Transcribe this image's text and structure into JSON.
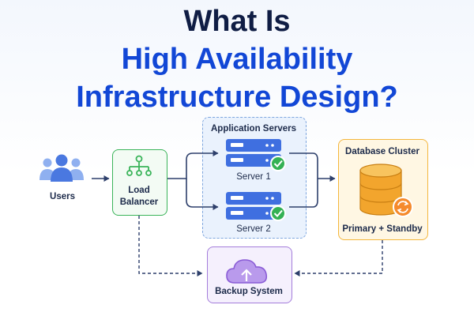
{
  "title": {
    "line1": "What Is",
    "line2": "High Availability",
    "line3": "Infrastructure Design?"
  },
  "nodes": {
    "users": {
      "label": "Users",
      "icon": "users-group-icon"
    },
    "load_balancer": {
      "line1": "Load",
      "line2": "Balancer",
      "icon": "network-tree-icon"
    },
    "app_servers": {
      "title": "Application Servers",
      "server1": {
        "label": "Server 1",
        "icon": "server-icon",
        "status_icon": "check-circle-icon"
      },
      "server2": {
        "label": "Server 2",
        "icon": "server-icon",
        "status_icon": "check-circle-icon"
      }
    },
    "database": {
      "title": "Database Cluster",
      "label": "Primary + Standby",
      "icon": "database-icon",
      "sync_icon": "sync-icon"
    },
    "backup": {
      "label": "Backup System",
      "icon": "cloud-upload-icon"
    }
  },
  "colors": {
    "title_dark": "#0f1d44",
    "title_blue": "#1247d6",
    "users_blue": "#4a78e0",
    "lb_green": "#3bb45a",
    "server_blue": "#3f6fe0",
    "check_green": "#34b154",
    "db_orange": "#f2a52d",
    "backup_purple": "#8a5cd6",
    "arrow": "#2d3f6b"
  }
}
